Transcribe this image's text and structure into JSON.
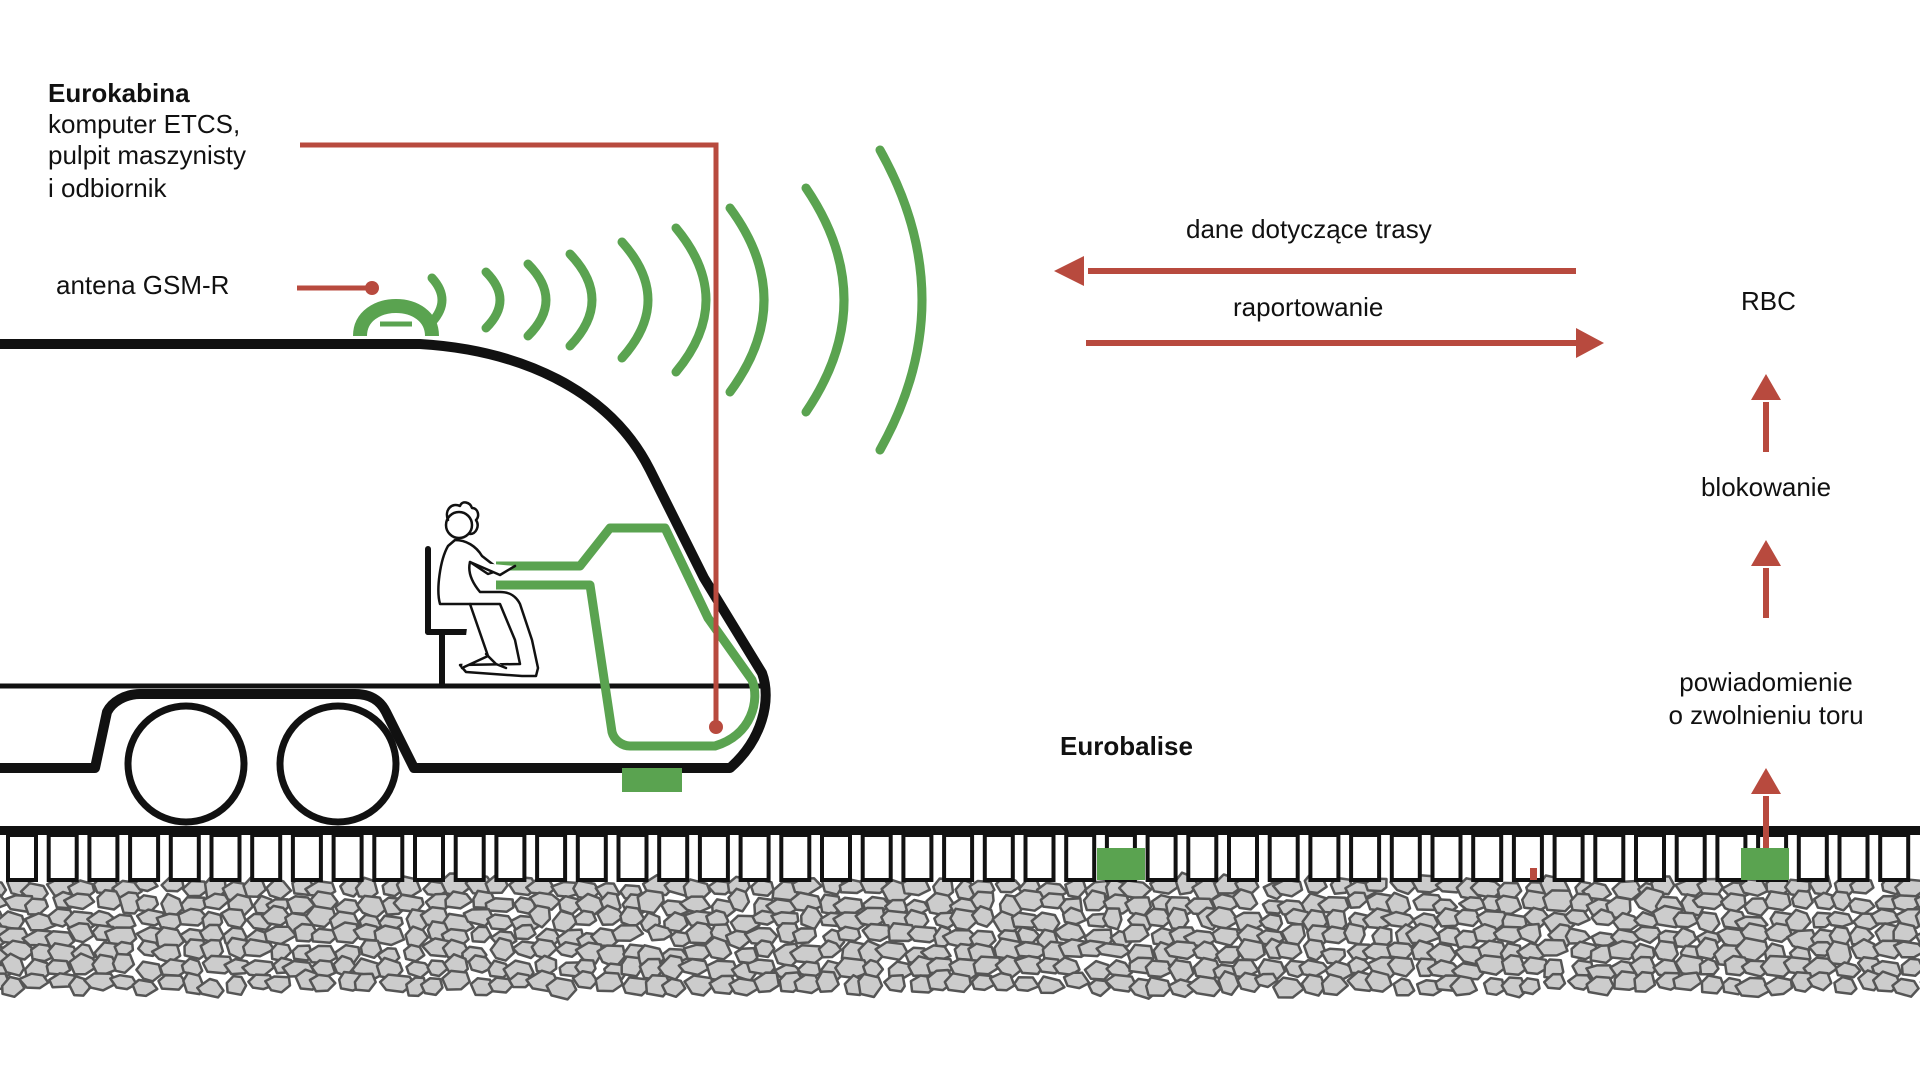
{
  "labels": {
    "eurocab_title": "Eurokabina",
    "eurocab_line1": "komputer ETCS,",
    "eurocab_line2": "pulpit maszynisty",
    "eurocab_line3": "i odbiornik",
    "antenna": "antena GSM-R",
    "route_data": "dane dotyczące trasy",
    "reporting": "raportowanie",
    "rbc": "RBC",
    "interlocking": "blokowanie",
    "track_release_line1": "powiadomienie",
    "track_release_line2": "o zwolnieniu toru",
    "eurobalise": "Eurobalise"
  },
  "colors": {
    "red": "#b84a3e",
    "green": "#5aa350",
    "black": "#111111",
    "ballast": "#cccccc",
    "ballast_stroke": "#555555"
  }
}
